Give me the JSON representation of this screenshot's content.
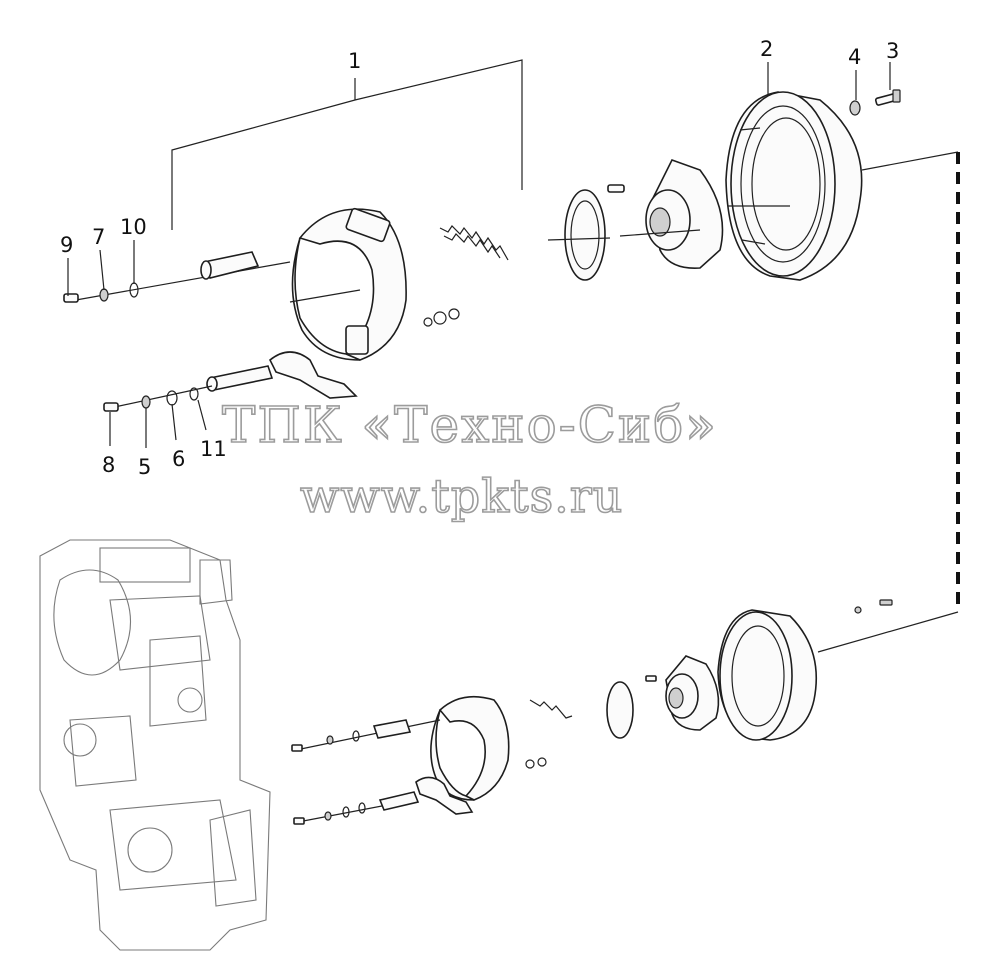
{
  "callouts": {
    "c1": "1",
    "c2": "2",
    "c3": "3",
    "c4": "4",
    "c5": "5",
    "c6": "6",
    "c7": "7",
    "c8": "8",
    "c9": "9",
    "c10": "10",
    "c11": "11"
  },
  "watermark": {
    "line1": "ТПК «Техно-Сиб»",
    "line2": "www.tpkts.ru"
  },
  "colors": {
    "background": "#ffffff",
    "line": "#1e1e1e",
    "watermark_stroke": "#9c9c9c"
  }
}
